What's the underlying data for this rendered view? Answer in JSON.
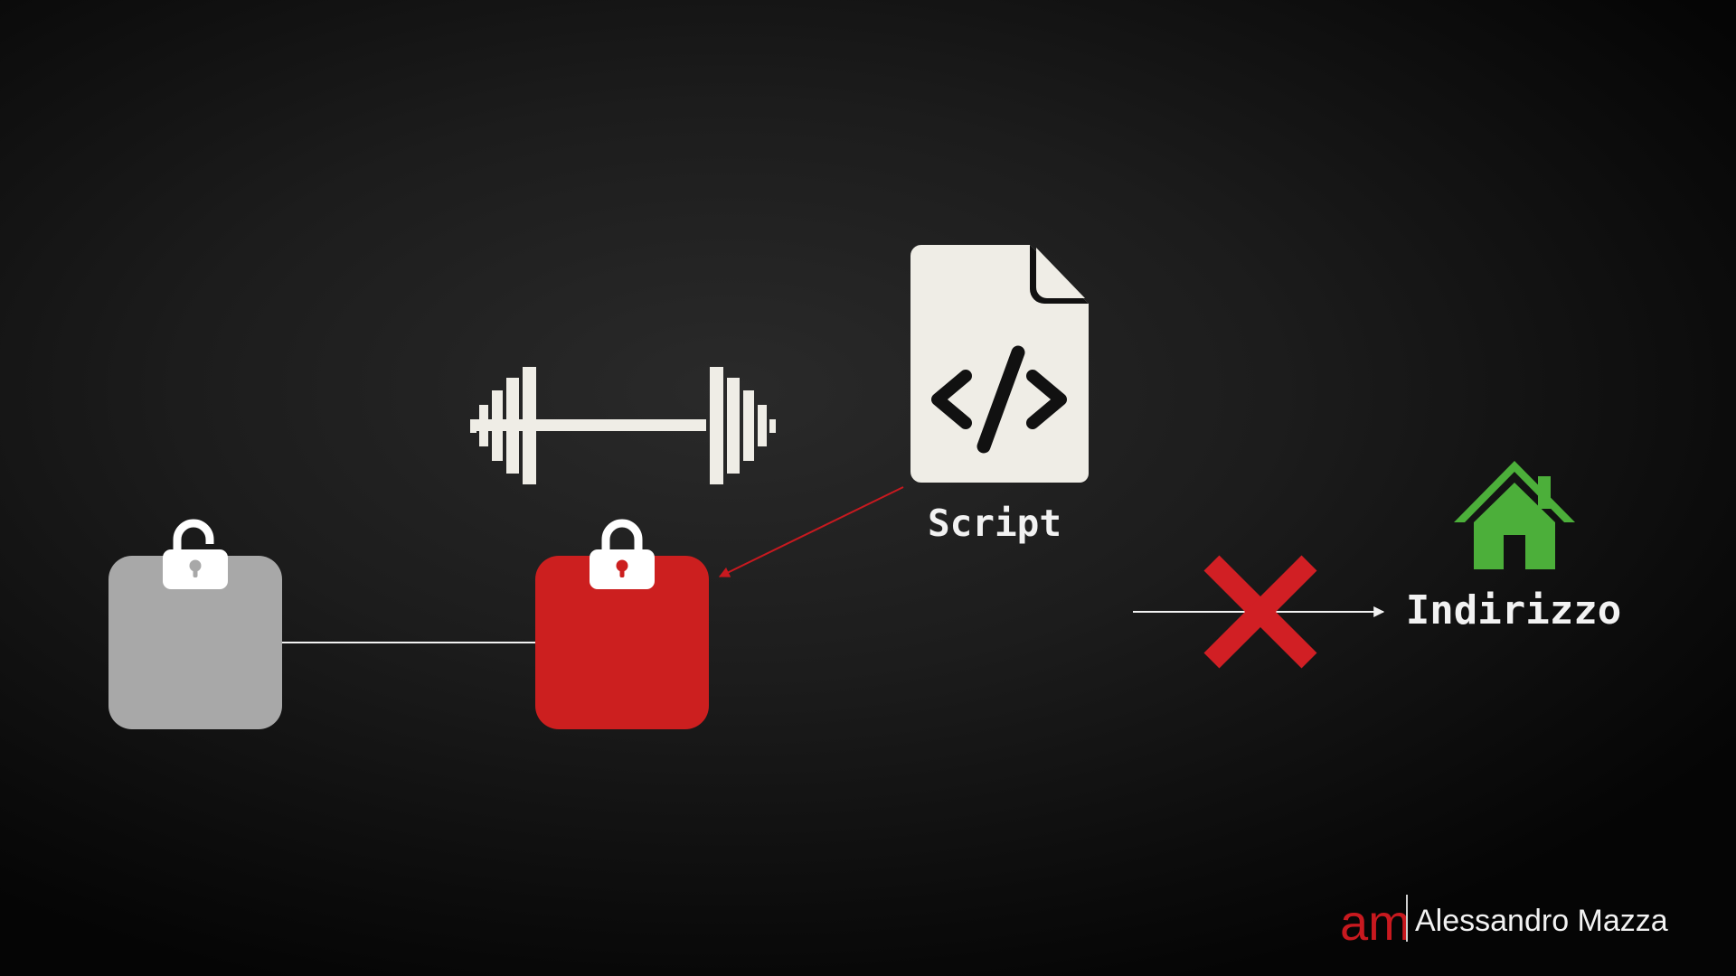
{
  "labels": {
    "script": "Script",
    "address": "Indirizzo"
  },
  "branding": {
    "logo_monogram": "am",
    "author": "Alessandro Mazza"
  },
  "colors": {
    "background": "#111111",
    "unlocked_block": "#a8a8a8",
    "locked_block": "#cc1f1f",
    "cream": "#efede6",
    "house_green": "#4caf3a",
    "cross_red": "#d11f24",
    "arrow_red": "#c8191f",
    "line_white": "#f2f2f2",
    "logo_red": "#c8191f"
  },
  "icons": {
    "weight": "barbell-icon",
    "script": "code-file-icon",
    "unlocked_block": "open-padlock-icon",
    "locked_block": "closed-padlock-icon",
    "blocked": "red-x-icon",
    "destination": "house-icon"
  }
}
